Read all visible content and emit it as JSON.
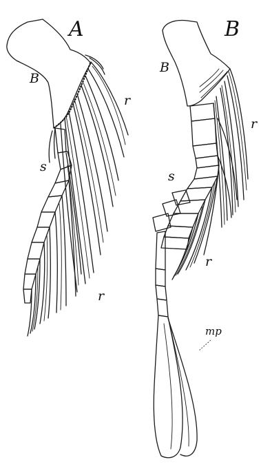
{
  "figure": {
    "panels": [
      {
        "id": "A",
        "title": "A",
        "labels": {
          "basal": "B",
          "rays_upper": "r",
          "segments": "s",
          "rays_lower": "r"
        }
      },
      {
        "id": "B",
        "title": "B",
        "labels": {
          "basal": "B",
          "rays_upper": "r",
          "segments": "s",
          "rays_lower": "r",
          "mixipterygium": "mp"
        }
      }
    ],
    "colors": {
      "ink": "#1a1a1a",
      "paper": "#ffffff"
    }
  }
}
